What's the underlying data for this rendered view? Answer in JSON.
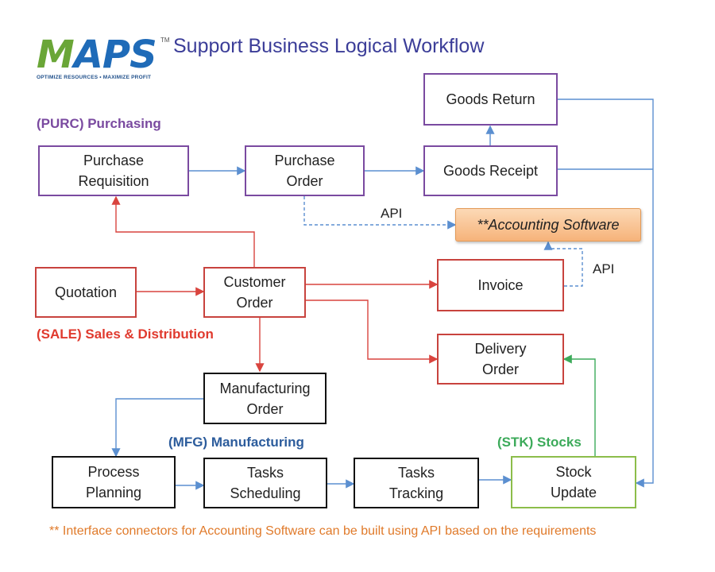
{
  "logo": {
    "word": "MAPS",
    "tm": "TM",
    "tagline": "OPTIMIZE RESOURCES • MAXIMIZE PROFIT"
  },
  "title": "Support Business Logical Workflow",
  "sections": {
    "purchasing": "(PURC) Purchasing",
    "sales": "(SALE) Sales & Distribution",
    "manufacturing": "(MFG) Manufacturing",
    "stocks": "(STK) Stocks"
  },
  "nodes": {
    "purchase_requisition": "Purchase\nRequisition",
    "purchase_order": "Purchase\nOrder",
    "goods_receipt": "Goods Receipt",
    "goods_return": "Goods Return",
    "accounting_software": "**Accounting Software",
    "quotation": "Quotation",
    "customer_order": "Customer\nOrder",
    "invoice": "Invoice",
    "delivery_order": "Delivery\nOrder",
    "manufacturing_order": "Manufacturing\nOrder",
    "process_planning": "Process\nPlanning",
    "tasks_scheduling": "Tasks\nScheduling",
    "tasks_tracking": "Tasks\nTracking",
    "stock_update": "Stock\nUpdate"
  },
  "api_labels": {
    "top": "API",
    "right": "API"
  },
  "footnote": "** Interface connectors for Accounting Software can be built using API based on the requirements",
  "colors": {
    "purchasing": "#7a4aa0",
    "sales": "#c8433e",
    "manufacturing": "#2c5c9c",
    "stocks": "#6aa637",
    "note": "#e07a2a",
    "connector_blue": "#5b8fd0"
  }
}
